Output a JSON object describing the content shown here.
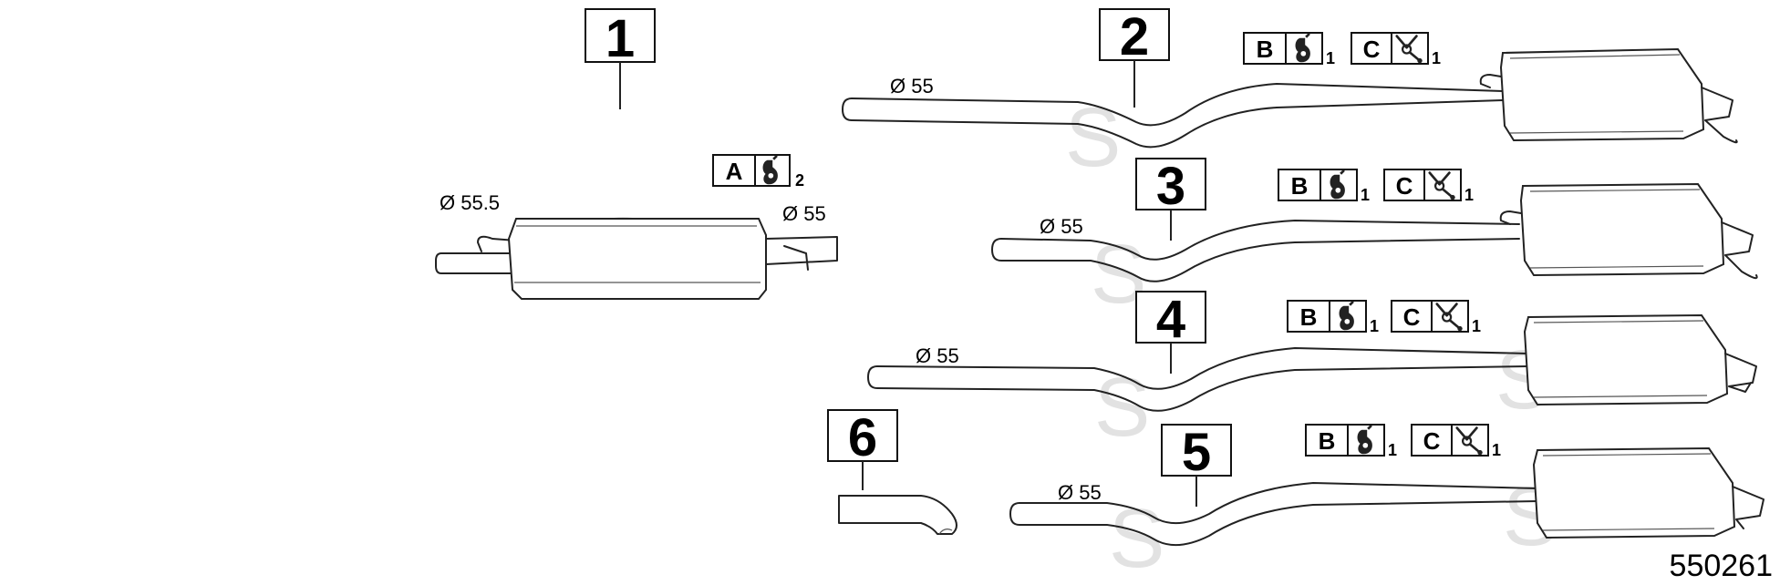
{
  "parts": [
    {
      "number": "1",
      "diameters": [
        "Ø 55.5",
        "Ø 55"
      ],
      "kits": [
        {
          "letter": "A",
          "icon": "clamp-bracket-icon",
          "qty": "2"
        }
      ]
    },
    {
      "number": "2",
      "diameters": [
        "Ø 55"
      ],
      "kits": [
        {
          "letter": "B",
          "icon": "clamp-bracket-icon",
          "qty": "1"
        },
        {
          "letter": "C",
          "icon": "rubber-hanger-icon",
          "qty": "1"
        }
      ]
    },
    {
      "number": "3",
      "diameters": [
        "Ø 55"
      ],
      "kits": [
        {
          "letter": "B",
          "icon": "clamp-bracket-icon",
          "qty": "1"
        },
        {
          "letter": "C",
          "icon": "rubber-hanger-icon",
          "qty": "1"
        }
      ]
    },
    {
      "number": "4",
      "diameters": [
        "Ø 55"
      ],
      "kits": [
        {
          "letter": "B",
          "icon": "clamp-bracket-icon",
          "qty": "1"
        },
        {
          "letter": "C",
          "icon": "rubber-hanger-icon",
          "qty": "1"
        }
      ]
    },
    {
      "number": "5",
      "diameters": [
        "Ø 55"
      ],
      "kits": [
        {
          "letter": "B",
          "icon": "clamp-bracket-icon",
          "qty": "1"
        },
        {
          "letter": "C",
          "icon": "rubber-hanger-icon",
          "qty": "1"
        }
      ]
    },
    {
      "number": "6",
      "diameters": [],
      "kits": []
    }
  ],
  "diagram_id": "550261",
  "watermark_letter": "S"
}
